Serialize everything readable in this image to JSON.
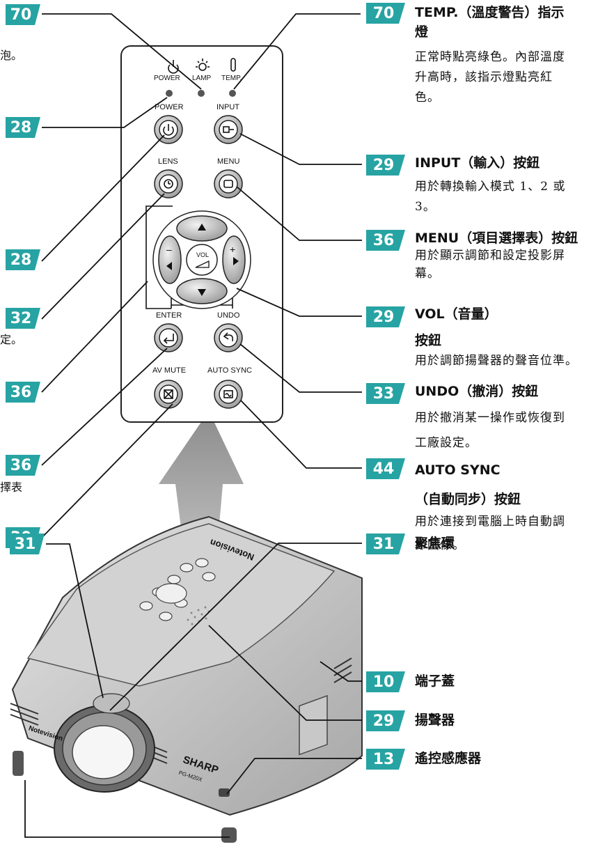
{
  "remote": {
    "indicators": {
      "power": "POWER",
      "lamp": "LAMP",
      "temp": "TEMP."
    },
    "buttons": {
      "power": "POWER",
      "input": "INPUT",
      "lens": "LENS",
      "menu": "MENU",
      "vol": "VOL",
      "enter": "ENTER",
      "undo": "UNDO",
      "av_mute": "AV MUTE",
      "auto_sync": "AUTO SYNC",
      "minus": "–",
      "plus": "+"
    }
  },
  "projector": {
    "brand": "SHARP",
    "model": "PG-M20X",
    "top_logo": "Notevision",
    "front_logo": "Notevision"
  },
  "left_partial": {
    "t1": "泡。",
    "t2": "定。",
    "t3": "擇表"
  },
  "left_badges": [
    "70",
    "28",
    "28",
    "32",
    "36",
    "36",
    "30",
    "31"
  ],
  "callouts": [
    {
      "page": "70",
      "title": "TEMP.（溫度警告）指示\n燈",
      "desc": "正常時點亮綠色。內部溫度\n升高時，該指示燈點亮紅\n色。"
    },
    {
      "page": "29",
      "title": "INPUT（輸入）按鈕",
      "desc": "用於轉換輸入模式 1、2 或\n3。"
    },
    {
      "page": "36",
      "title": "MENU（項目選擇表）按鈕",
      "desc": "用於顯示調節和設定投影屏\n幕。"
    },
    {
      "page": "29",
      "title": "VOL（音量）\n按鈕",
      "desc": "用於調節揚聲器的聲音位準。"
    },
    {
      "page": "33",
      "title": "UNDO（撤消）按鈕",
      "desc": "用於撤消某一操作或恢復到\n工廠設定。"
    },
    {
      "page": "44",
      "title": "AUTO SYNC\n（自動同步）按鈕",
      "desc": "用於連接到電腦上時自動調\n節圖像。"
    },
    {
      "page": "31",
      "title": "聚焦環",
      "desc": ""
    },
    {
      "page": "10",
      "title": "端子蓋",
      "desc": ""
    },
    {
      "page": "29",
      "title": "揚聲器",
      "desc": ""
    },
    {
      "page": "13",
      "title": "遙控感應器",
      "desc": ""
    }
  ]
}
